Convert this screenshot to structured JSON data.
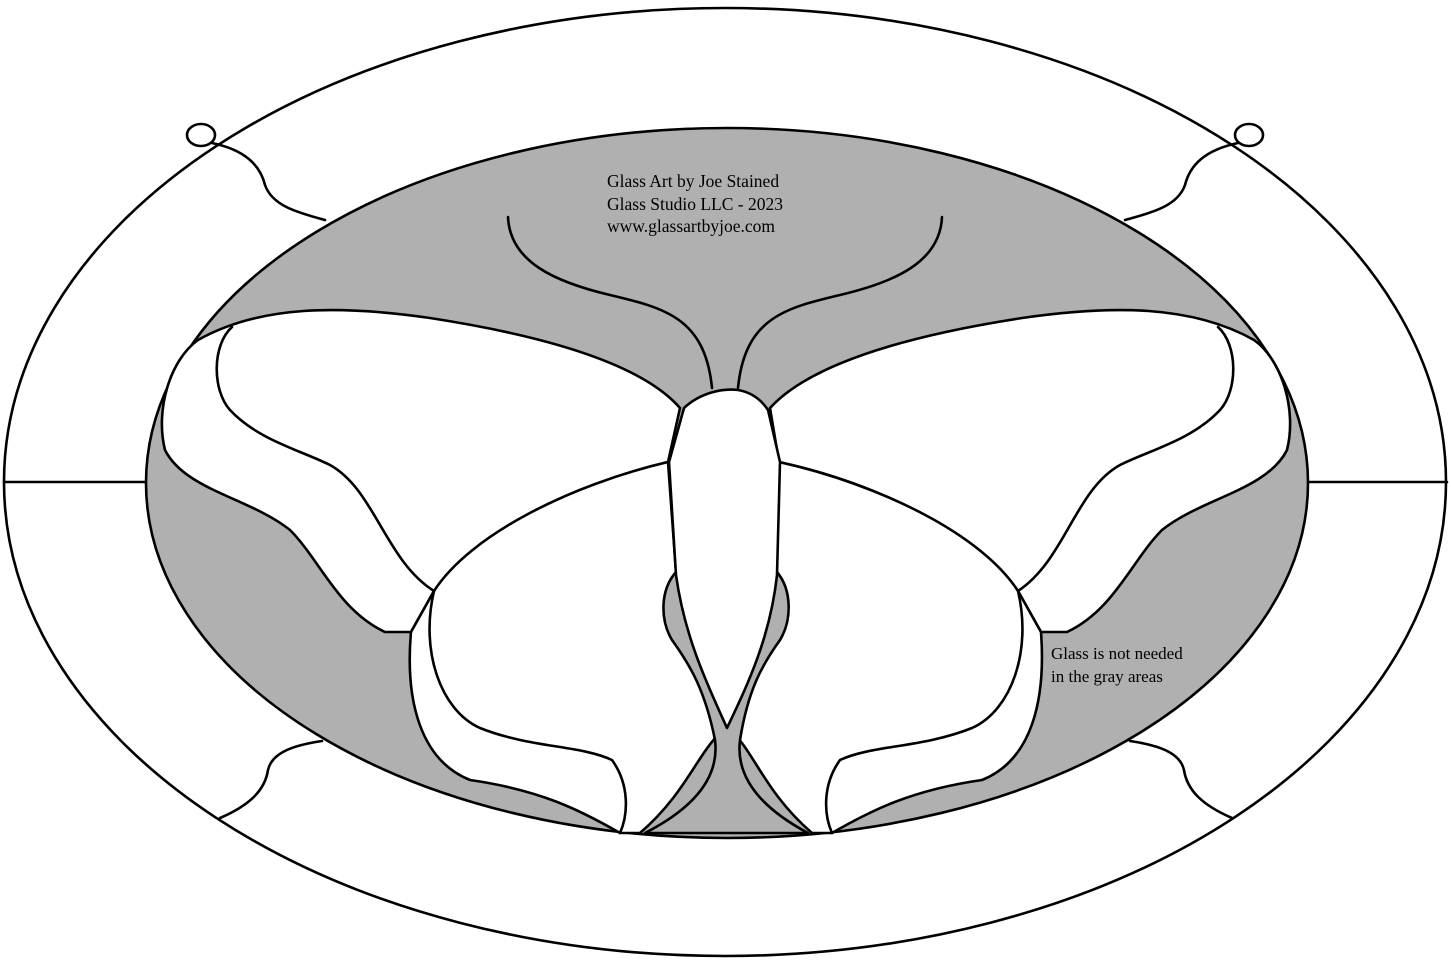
{
  "credit": {
    "line1": "Glass Art by Joe Stained",
    "line2": "Glass Studio LLC - 2023",
    "line3": "www.glassartbyjoe.com"
  },
  "note": {
    "line1": "Glass is not needed",
    "line2": "in the gray areas"
  },
  "colors": {
    "unused_area": "#b0b0b0",
    "glass_piece": "#ffffff",
    "lead_line": "#000000"
  }
}
